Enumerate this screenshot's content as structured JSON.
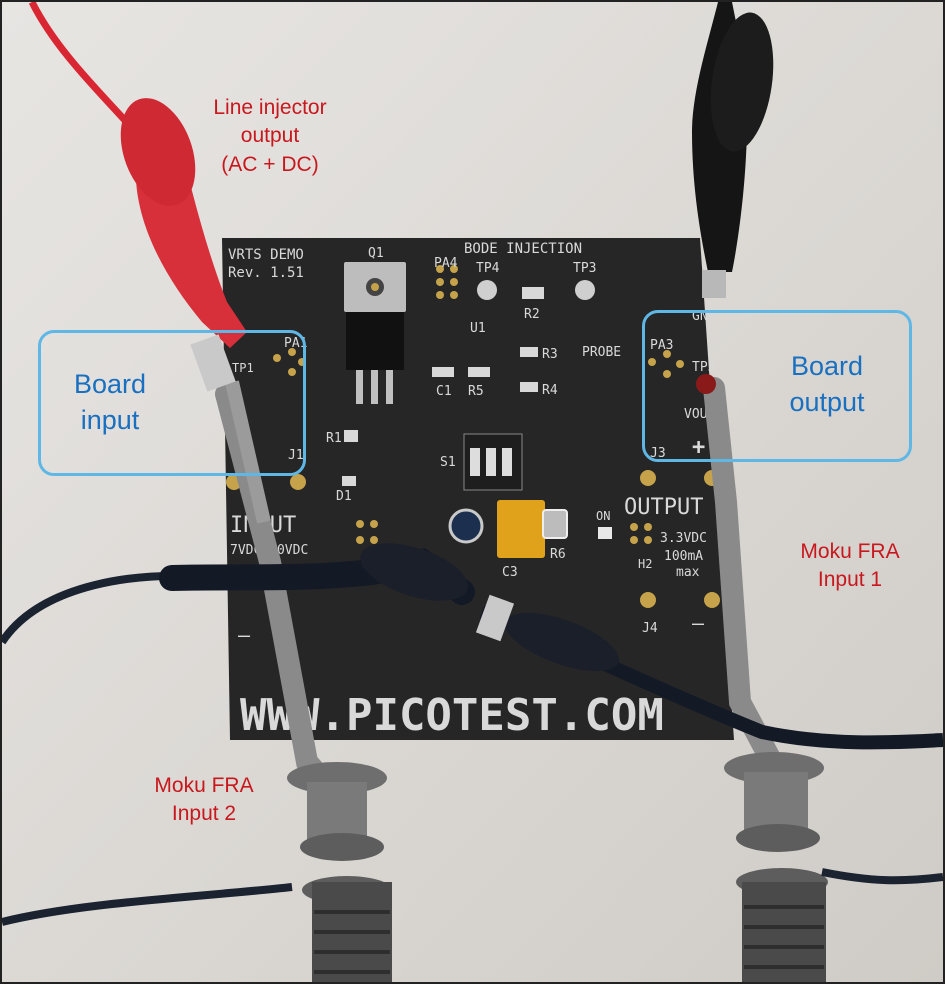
{
  "callouts": {
    "line_injector": [
      "Line injector",
      "output",
      "(AC + DC)"
    ],
    "board_input": [
      "Board",
      "input"
    ],
    "board_output": [
      "Board",
      "output"
    ],
    "moku_input_1": [
      "Moku FRA",
      "Input 1"
    ],
    "moku_input_2": [
      "Moku FRA",
      "Input 2"
    ]
  },
  "pcb_silkscreen": {
    "board_name": "VRTS DEMO",
    "revision": "Rev. 1.51",
    "section_title": "BODE INJECTION",
    "q1": "Q1",
    "pa4": "PA4",
    "tp4": "TP4",
    "tp3": "TP3",
    "r2": "R2",
    "u1": "U1",
    "r3": "R3",
    "probe": "PROBE",
    "r4": "R4",
    "c1": "C1",
    "r5": "R5",
    "tp1": "TP1",
    "pa1": "PA1",
    "r1": "R1",
    "d1": "D1",
    "j1": "J1",
    "s1": "S1",
    "pa3": "PA3",
    "tp5": "TP5",
    "vout": "VOUT",
    "gnd": "GND",
    "j3": "J3",
    "output": "OUTPUT",
    "voltage": "3.3VDC",
    "current": "100mA",
    "max": "max",
    "h2": "H2",
    "j4": "J4",
    "r6": "R6",
    "on": "ON",
    "c3": "C3",
    "input": "INPUT",
    "input_range": "7VDC-10VDC",
    "plus": "+",
    "minus": "—",
    "website": "WWW.PICOTEST.COM"
  },
  "colors": {
    "callout_red": "#c8181e",
    "callout_blue": "#1a70c0",
    "box_outline": "#5fb7e6",
    "pcb": "#262626",
    "clip_red": "#d8303a",
    "clip_black": "#151515",
    "probe_grey": "#7d7d7d"
  }
}
